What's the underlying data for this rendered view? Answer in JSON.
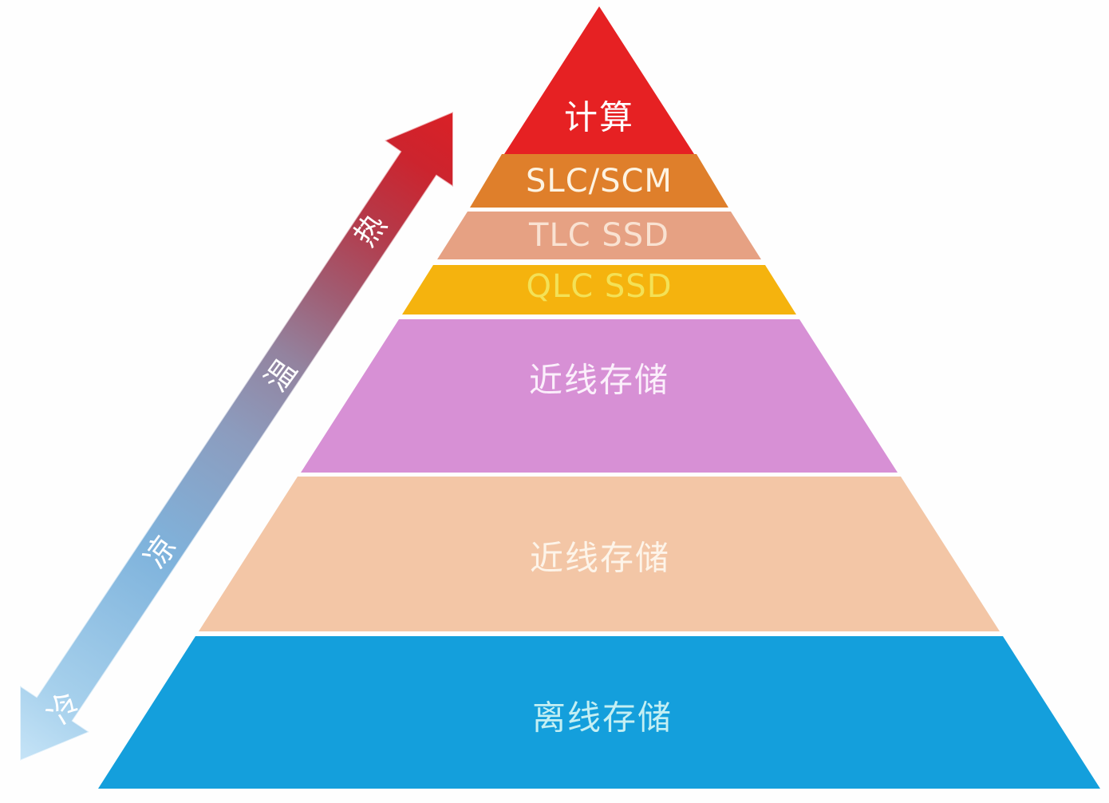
{
  "diagram": {
    "type": "pyramid",
    "layers": [
      {
        "id": "compute",
        "label": "计算",
        "color": "#e62123",
        "text_color": "#ffffff"
      },
      {
        "id": "slc-scm",
        "label": "SLC/SCM",
        "color": "#df7f2b",
        "text_color": "#fdf3e2"
      },
      {
        "id": "tlc-ssd",
        "label": "TLC SSD",
        "color": "#e6a183",
        "text_color": "#f9e2d2"
      },
      {
        "id": "qlc-ssd",
        "label": "QLC SSD",
        "color": "#f5b30e",
        "text_color": "#f3e156"
      },
      {
        "id": "nearline-1",
        "label": "近线存储",
        "color": "#d790d5",
        "text_color": "#fbeffb"
      },
      {
        "id": "nearline-2",
        "label": "近线存储",
        "color": "#f3c6a6",
        "text_color": "#fdf4e9"
      },
      {
        "id": "offline",
        "label": "离线存储",
        "color": "#149fdc",
        "text_color": "#c4eff3"
      }
    ],
    "temperature_arrow": {
      "labels": [
        "热",
        "温",
        "凉",
        "冷"
      ],
      "label_color": "#ffffff",
      "gradient": [
        "#c6e4f7",
        "#a6d0ec",
        "#7fb3dc",
        "#8c9cbe",
        "#93839f",
        "#a05c72",
        "#b43a4a",
        "#cc242e",
        "#da2026"
      ]
    }
  }
}
